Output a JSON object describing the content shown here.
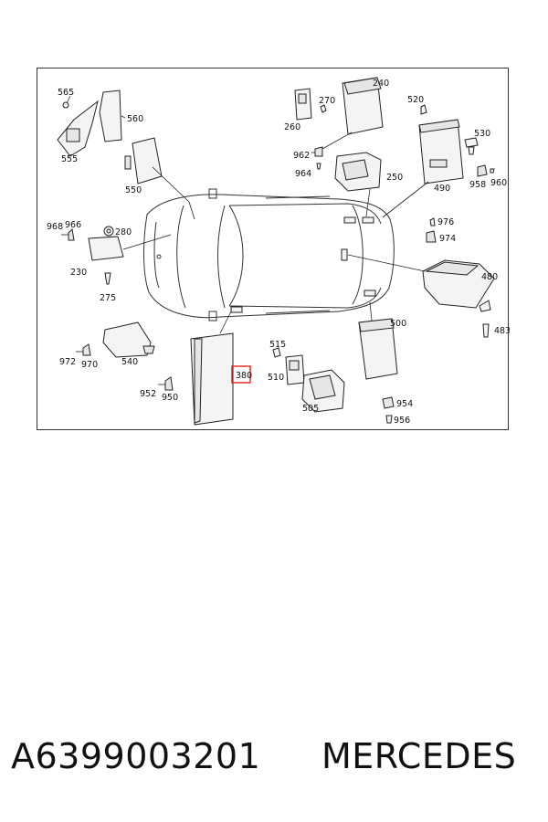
{
  "parts": {
    "p565": "565",
    "p560": "560",
    "p555": "555",
    "p550": "550",
    "p270": "270",
    "p260": "260",
    "p240": "240",
    "p962": "962",
    "p964": "964",
    "p250": "250",
    "p520": "520",
    "p530": "530",
    "p490": "490",
    "p958": "958",
    "p960": "960",
    "p968": "968",
    "p966": "966",
    "p280": "280",
    "p230": "230",
    "p275": "275",
    "p976": "976",
    "p974": "974",
    "p480": "480",
    "p483": "483",
    "p540": "540",
    "p972": "972",
    "p970": "970",
    "p952": "952",
    "p950": "950",
    "p380": "380",
    "p515": "515",
    "p510": "510",
    "p505": "505",
    "p500": "500",
    "p954": "954",
    "p956": "956"
  },
  "footer": {
    "part_number": "A6399003201",
    "brand": "MERCEDES"
  },
  "colors": {
    "highlight": "#e0241b",
    "line": "#222222"
  }
}
